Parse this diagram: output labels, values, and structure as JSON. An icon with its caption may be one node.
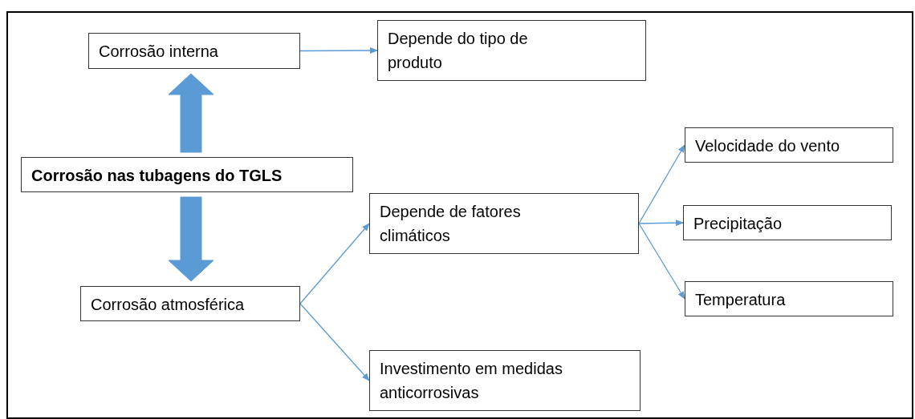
{
  "diagram": {
    "nodes": [
      {
        "text": [
          "Corrosão nas tubagens do TGLS"
        ]
      },
      {
        "text": [
          "Corrosão interna"
        ]
      },
      {
        "text": [
          "Depende do tipo de produto"
        ]
      },
      {
        "text": [
          "Corrosão atmosférica"
        ]
      },
      {
        "text": [
          "Depende de fatores climáticos"
        ]
      },
      {
        "text": [
          "Velocidade do vento"
        ]
      },
      {
        "text": [
          "Precipitação"
        ]
      },
      {
        "text": [
          "Temperatura"
        ]
      },
      {
        "text": [
          "Investimento em medidas anticorrosivas"
        ]
      }
    ],
    "edges": [
      {
        "from": 0,
        "to": 1,
        "arrow": "to",
        "style": "thick"
      },
      {
        "from": 0,
        "to": 3,
        "arrow": "to",
        "style": "thick"
      },
      {
        "from": 1,
        "to": 2,
        "arrow": "to"
      },
      {
        "from": 3,
        "to": 4,
        "arrow": "to"
      },
      {
        "from": 3,
        "to": 8,
        "arrow": "to"
      },
      {
        "from": 4,
        "to": 5,
        "arrow": "to"
      },
      {
        "from": 4,
        "to": 6,
        "arrow": "to"
      },
      {
        "from": 4,
        "to": 7,
        "arrow": "to"
      }
    ]
  }
}
